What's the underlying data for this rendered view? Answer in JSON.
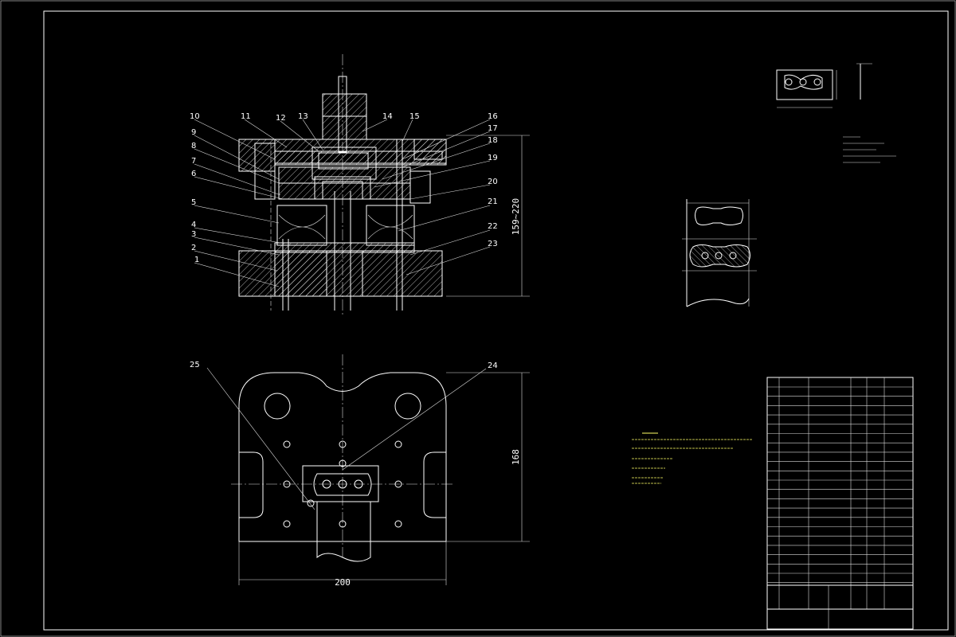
{
  "drawing": {
    "part_labels": [
      "1",
      "2",
      "3",
      "4",
      "5",
      "6",
      "7",
      "8",
      "9",
      "10",
      "11",
      "12",
      "13",
      "14",
      "15",
      "16",
      "17",
      "18",
      "19",
      "20",
      "21",
      "22",
      "23",
      "24",
      "25"
    ],
    "dimensions": {
      "height": "159~220",
      "plan_width": "200",
      "plan_height": "168"
    }
  },
  "colors": {
    "background": "#000000",
    "line": "#ffffff",
    "note_text": "#ffff66"
  }
}
